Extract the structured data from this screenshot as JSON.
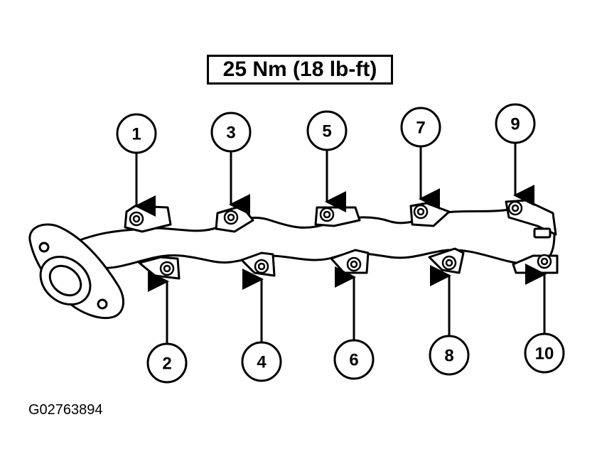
{
  "torque_spec": "25 Nm (18 lb-ft)",
  "figure_id": "G02763894",
  "callouts": {
    "c1": "1",
    "c2": "2",
    "c3": "3",
    "c4": "4",
    "c5": "5",
    "c6": "6",
    "c7": "7",
    "c8": "8",
    "c9": "9",
    "c10": "10"
  }
}
